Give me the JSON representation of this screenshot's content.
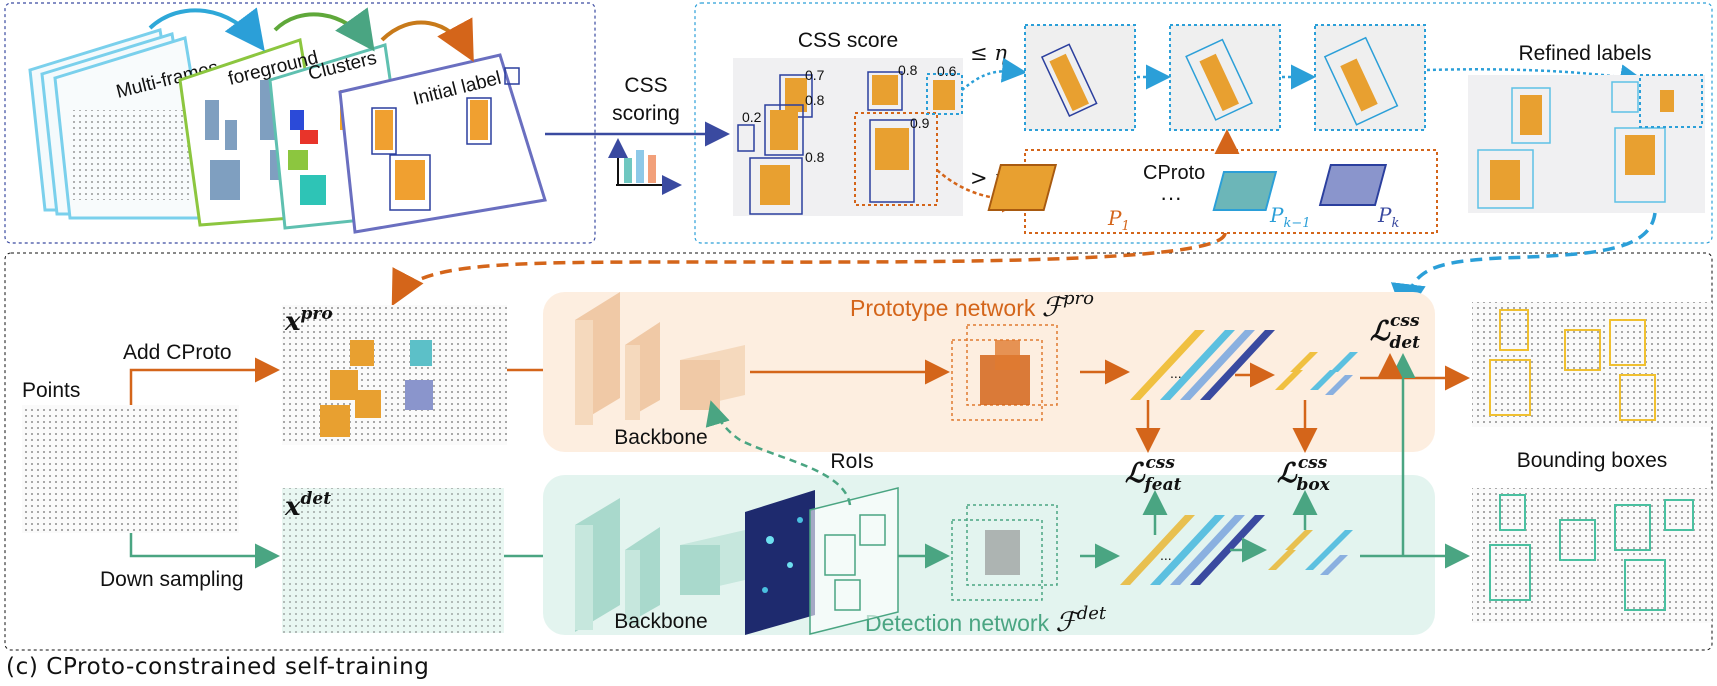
{
  "top": {
    "stack_labels": {
      "multi_frames": "Multi-frames",
      "foreground": "foreground",
      "clusters": "Clusters",
      "initial_label": "Initial label"
    },
    "css_scoring": [
      "CSS",
      "scoring"
    ],
    "css_score": "CSS score",
    "scores": [
      "0.7",
      "0.8",
      "0.8",
      "0.6",
      "0.2",
      "0.9",
      "0.8"
    ],
    "le_eta": "≤ η",
    "gt_eta": "> η",
    "cproto": "CProto",
    "p1": "P",
    "p1_sub": "1",
    "pk1": "P",
    "pk1_sub": "k−1",
    "pk": "P",
    "pk_sub": "k",
    "ellipsis": "···",
    "refined_labels": "Refined labels"
  },
  "bottom": {
    "points": "Points",
    "add_cproto": "Add CProto",
    "down_sampling": "Down sampling",
    "x_pro": "x",
    "x_pro_sup": "pro",
    "x_det": "x",
    "x_det_sup": "det",
    "prototype_network": "Prototype network ",
    "F_pro": "ℱ",
    "F_pro_sup": "pro",
    "detection_network": "Detection network ",
    "F_det": "ℱ",
    "F_det_sup": "det",
    "backbone_top": "Backbone",
    "backbone_bottom": "Backbone",
    "rois": "RoIs",
    "L_det": "ℒ",
    "L_det_sup": "css",
    "L_det_sub": "det",
    "L_feat": "ℒ",
    "L_feat_sup": "css",
    "L_feat_sub": "feat",
    "L_box": "ℒ",
    "L_box_sup": "css",
    "L_box_sub": "box",
    "bounding_boxes": "Bounding boxes",
    "dots": "..."
  },
  "caption": "(c) CProto-constrained self-training",
  "colors": {
    "orange": "#d4651a",
    "teal": "#4aa582",
    "blue": "#2b9fd8",
    "navy": "#3a4aa0",
    "border": "#2b2b5a"
  }
}
